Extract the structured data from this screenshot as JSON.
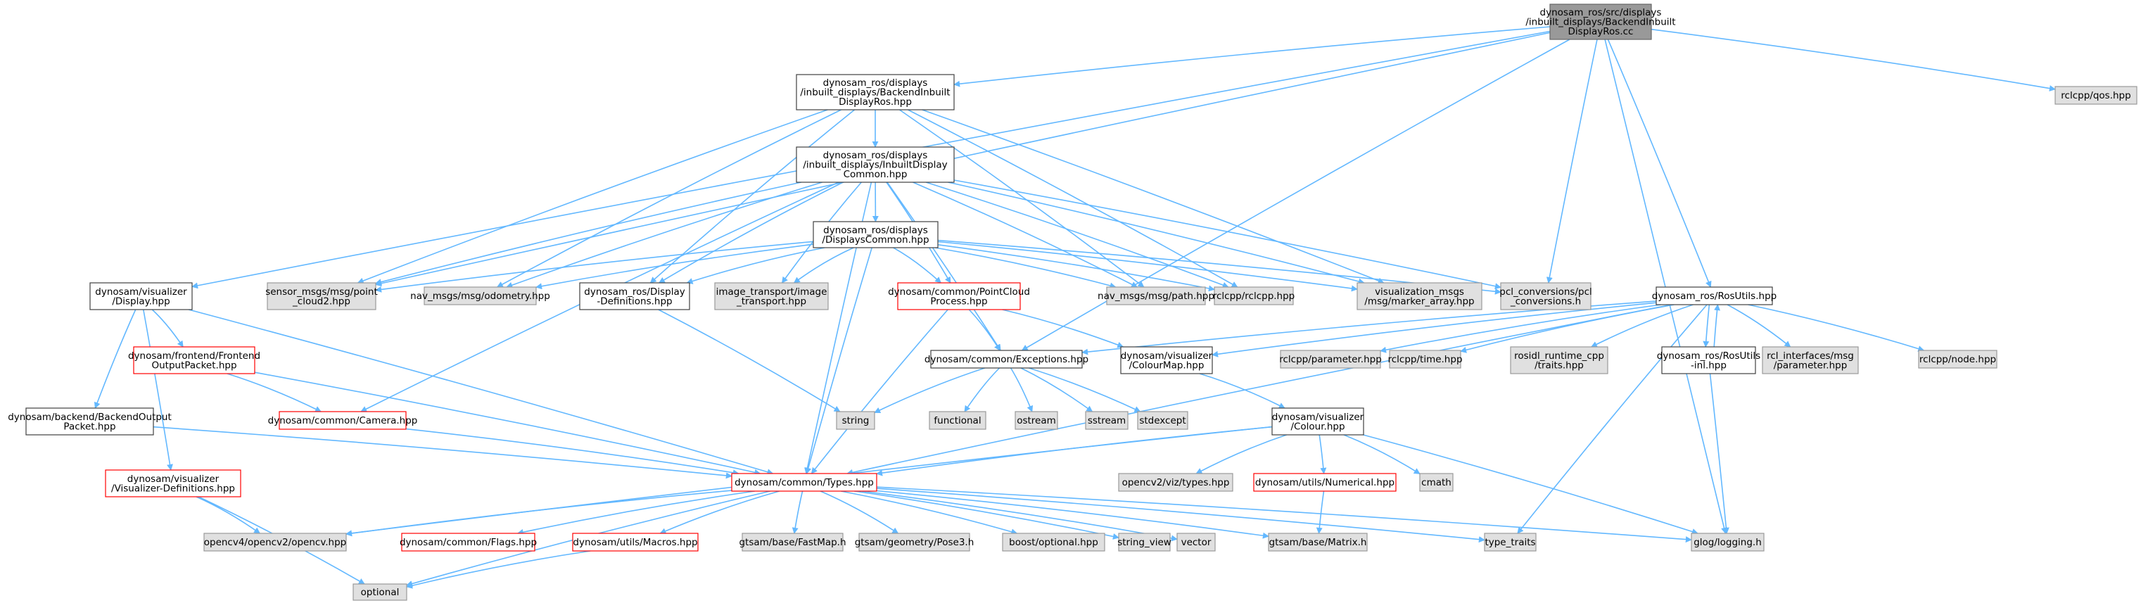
{
  "colors": {
    "root_fill": "#999999",
    "root_border": "#666666",
    "local_fill": "#ffffff",
    "local_border": "#404040",
    "missing_border": "#ff0000",
    "external_fill": "#e0e0e0",
    "external_border": "#999999",
    "edge": "#63b8ff"
  },
  "nodes": [
    {
      "id": "root",
      "kind": "root",
      "lines": [
        "dynosam_ros/src/displays",
        "/inbuilt_displays/BackendInbuilt",
        "DisplayRos.cc"
      ]
    },
    {
      "id": "backendhpp",
      "kind": "local",
      "lines": [
        "dynosam_ros/displays",
        "/inbuilt_displays/BackendInbuilt",
        "DisplayRos.hpp"
      ]
    },
    {
      "id": "inbuiltcommon",
      "kind": "local",
      "lines": [
        "dynosam_ros/displays",
        "/inbuilt_displays/InbuiltDisplay",
        "Common.hpp"
      ]
    },
    {
      "id": "displayscommon",
      "kind": "local",
      "lines": [
        "dynosam_ros/displays",
        "/DisplaysCommon.hpp"
      ]
    },
    {
      "id": "qos",
      "kind": "external",
      "lines": [
        "rclcpp/qos.hpp"
      ]
    },
    {
      "id": "vizdisplay",
      "kind": "local",
      "lines": [
        "dynosam/visualizer",
        "/Display.hpp"
      ]
    },
    {
      "id": "pointcloud2",
      "kind": "external",
      "lines": [
        "sensor_msgs/msg/point",
        "_cloud2.hpp"
      ]
    },
    {
      "id": "odometry",
      "kind": "external",
      "lines": [
        "nav_msgs/msg/odometry.hpp"
      ]
    },
    {
      "id": "displaydefs",
      "kind": "local",
      "lines": [
        "dynosam_ros/Display",
        "-Definitions.hpp"
      ]
    },
    {
      "id": "imagetransport",
      "kind": "external",
      "lines": [
        "image_transport/image",
        "_transport.hpp"
      ]
    },
    {
      "id": "pcprocess",
      "kind": "missing",
      "lines": [
        "dynosam/common/PointCloud",
        "Process.hpp"
      ]
    },
    {
      "id": "navpath",
      "kind": "external",
      "lines": [
        "nav_msgs/msg/path.hpp"
      ]
    },
    {
      "id": "rclcpphpp",
      "kind": "external",
      "lines": [
        "rclcpp/rclcpp.hpp"
      ]
    },
    {
      "id": "markerarray",
      "kind": "external",
      "lines": [
        "visualization_msgs",
        "/msg/marker_array.hpp"
      ]
    },
    {
      "id": "pclconv",
      "kind": "external",
      "lines": [
        "pcl_conversions/pcl",
        "_conversions.h"
      ]
    },
    {
      "id": "rosutils",
      "kind": "local",
      "lines": [
        "dynosam_ros/RosUtils.hpp"
      ]
    },
    {
      "id": "frontendpkt",
      "kind": "missing",
      "lines": [
        "dynosam/frontend/Frontend",
        "OutputPacket.hpp"
      ]
    },
    {
      "id": "exceptions",
      "kind": "local",
      "lines": [
        "dynosam/common/Exceptions.hpp"
      ]
    },
    {
      "id": "colourmap",
      "kind": "local",
      "lines": [
        "dynosam/visualizer",
        "/ColourMap.hpp"
      ]
    },
    {
      "id": "parameter",
      "kind": "external",
      "lines": [
        "rclcpp/parameter.hpp"
      ]
    },
    {
      "id": "time",
      "kind": "external",
      "lines": [
        "rclcpp/time.hpp"
      ]
    },
    {
      "id": "traits",
      "kind": "external",
      "lines": [
        "rosidl_runtime_cpp",
        "/traits.hpp"
      ]
    },
    {
      "id": "rosutilsinl",
      "kind": "local",
      "lines": [
        "dynosam_ros/RosUtils",
        "-inl.hpp"
      ]
    },
    {
      "id": "rclparam",
      "kind": "external",
      "lines": [
        "rcl_interfaces/msg",
        "/parameter.hpp"
      ]
    },
    {
      "id": "node",
      "kind": "external",
      "lines": [
        "rclcpp/node.hpp"
      ]
    },
    {
      "id": "backendpkt",
      "kind": "local",
      "lines": [
        "dynosam/backend/BackendOutput",
        "Packet.hpp"
      ]
    },
    {
      "id": "camera",
      "kind": "missing",
      "lines": [
        "dynosam/common/Camera.hpp"
      ]
    },
    {
      "id": "string",
      "kind": "external",
      "lines": [
        "string"
      ]
    },
    {
      "id": "functional",
      "kind": "external",
      "lines": [
        "functional"
      ]
    },
    {
      "id": "ostream",
      "kind": "external",
      "lines": [
        "ostream"
      ]
    },
    {
      "id": "sstream",
      "kind": "external",
      "lines": [
        "sstream"
      ]
    },
    {
      "id": "stdexcept",
      "kind": "external",
      "lines": [
        "stdexcept"
      ]
    },
    {
      "id": "colour",
      "kind": "local",
      "lines": [
        "dynosam/visualizer",
        "/Colour.hpp"
      ]
    },
    {
      "id": "vizdefs",
      "kind": "missing",
      "lines": [
        "dynosam/visualizer",
        "/Visualizer-Definitions.hpp"
      ]
    },
    {
      "id": "types",
      "kind": "missing",
      "lines": [
        "dynosam/common/Types.hpp"
      ]
    },
    {
      "id": "cvtypes",
      "kind": "external",
      "lines": [
        "opencv2/viz/types.hpp"
      ]
    },
    {
      "id": "numerical",
      "kind": "missing",
      "lines": [
        "dynosam/utils/Numerical.hpp"
      ]
    },
    {
      "id": "cmath",
      "kind": "external",
      "lines": [
        "cmath"
      ]
    },
    {
      "id": "opencv",
      "kind": "external",
      "lines": [
        "opencv4/opencv2/opencv.hpp"
      ]
    },
    {
      "id": "flags",
      "kind": "missing",
      "lines": [
        "dynosam/common/Flags.hpp"
      ]
    },
    {
      "id": "macros",
      "kind": "missing",
      "lines": [
        "dynosam/utils/Macros.hpp"
      ]
    },
    {
      "id": "fastmap",
      "kind": "external",
      "lines": [
        "gtsam/base/FastMap.h"
      ]
    },
    {
      "id": "pose3",
      "kind": "external",
      "lines": [
        "gtsam/geometry/Pose3.h"
      ]
    },
    {
      "id": "boostopt",
      "kind": "external",
      "lines": [
        "boost/optional.hpp"
      ]
    },
    {
      "id": "stringview",
      "kind": "external",
      "lines": [
        "string_view"
      ]
    },
    {
      "id": "vector",
      "kind": "external",
      "lines": [
        "vector"
      ]
    },
    {
      "id": "matrix",
      "kind": "external",
      "lines": [
        "gtsam/base/Matrix.h"
      ]
    },
    {
      "id": "typetraits",
      "kind": "external",
      "lines": [
        "type_traits"
      ]
    },
    {
      "id": "glog",
      "kind": "external",
      "lines": [
        "glog/logging.h"
      ]
    },
    {
      "id": "optional",
      "kind": "external",
      "lines": [
        "optional"
      ]
    }
  ],
  "edges": [
    [
      "root",
      "backendhpp"
    ],
    [
      "root",
      "qos"
    ],
    [
      "root",
      "vizdisplay"
    ],
    [
      "root",
      "pointcloud2"
    ],
    [
      "root",
      "pclconv"
    ],
    [
      "root",
      "rosutils"
    ],
    [
      "root",
      "exceptions"
    ],
    [
      "root",
      "glog"
    ],
    [
      "backendhpp",
      "inbuiltcommon"
    ],
    [
      "backendhpp",
      "pointcloud2"
    ],
    [
      "backendhpp",
      "odometry"
    ],
    [
      "backendhpp",
      "displaydefs"
    ],
    [
      "backendhpp",
      "navpath"
    ],
    [
      "backendhpp",
      "rclcpphpp"
    ],
    [
      "backendhpp",
      "markerarray"
    ],
    [
      "inbuiltcommon",
      "displayscommon"
    ],
    [
      "inbuiltcommon",
      "pointcloud2"
    ],
    [
      "inbuiltcommon",
      "odometry"
    ],
    [
      "inbuiltcommon",
      "displaydefs"
    ],
    [
      "inbuiltcommon",
      "imagetransport"
    ],
    [
      "inbuiltcommon",
      "pcprocess"
    ],
    [
      "inbuiltcommon",
      "navpath"
    ],
    [
      "inbuiltcommon",
      "rclcpphpp"
    ],
    [
      "inbuiltcommon",
      "markerarray"
    ],
    [
      "inbuiltcommon",
      "pclconv"
    ],
    [
      "inbuiltcommon",
      "camera"
    ],
    [
      "inbuiltcommon",
      "types"
    ],
    [
      "inbuiltcommon",
      "exceptions"
    ],
    [
      "displayscommon",
      "pointcloud2"
    ],
    [
      "displayscommon",
      "odometry"
    ],
    [
      "displayscommon",
      "displaydefs"
    ],
    [
      "displayscommon",
      "imagetransport"
    ],
    [
      "displayscommon",
      "pcprocess"
    ],
    [
      "displayscommon",
      "navpath"
    ],
    [
      "displayscommon",
      "rclcpphpp"
    ],
    [
      "displayscommon",
      "markerarray"
    ],
    [
      "displayscommon",
      "pclconv"
    ],
    [
      "displayscommon",
      "types"
    ],
    [
      "vizdisplay",
      "frontendpkt"
    ],
    [
      "vizdisplay",
      "backendpkt"
    ],
    [
      "vizdisplay",
      "vizdefs"
    ],
    [
      "vizdisplay",
      "types"
    ],
    [
      "displaydefs",
      "string"
    ],
    [
      "pcprocess",
      "exceptions"
    ],
    [
      "pcprocess",
      "colourmap"
    ],
    [
      "pcprocess",
      "types"
    ],
    [
      "rosutils",
      "parameter"
    ],
    [
      "rosutils",
      "time"
    ],
    [
      "rosutils",
      "traits"
    ],
    [
      "rosutils",
      "rosutilsinl"
    ],
    [
      "rosutils",
      "rclparam"
    ],
    [
      "rosutils",
      "node"
    ],
    [
      "rosutils",
      "typetraits"
    ],
    [
      "rosutils",
      "exceptions"
    ],
    [
      "rosutils",
      "colourmap"
    ],
    [
      "rosutils",
      "types"
    ],
    [
      "rosutilsinl",
      "rosutils"
    ],
    [
      "rosutilsinl",
      "glog"
    ],
    [
      "frontendpkt",
      "camera"
    ],
    [
      "frontendpkt",
      "types"
    ],
    [
      "backendpkt",
      "types"
    ],
    [
      "camera",
      "types"
    ],
    [
      "exceptions",
      "string"
    ],
    [
      "exceptions",
      "functional"
    ],
    [
      "exceptions",
      "ostream"
    ],
    [
      "exceptions",
      "sstream"
    ],
    [
      "exceptions",
      "stdexcept"
    ],
    [
      "colourmap",
      "colour"
    ],
    [
      "colour",
      "types"
    ],
    [
      "colour",
      "cvtypes"
    ],
    [
      "colour",
      "numerical"
    ],
    [
      "colour",
      "cmath"
    ],
    [
      "colour",
      "glog"
    ],
    [
      "colour",
      "opencv"
    ],
    [
      "numerical",
      "matrix"
    ],
    [
      "vizdefs",
      "opencv"
    ],
    [
      "vizdefs",
      "optional"
    ],
    [
      "types",
      "opencv"
    ],
    [
      "types",
      "optional"
    ],
    [
      "types",
      "flags"
    ],
    [
      "types",
      "macros"
    ],
    [
      "types",
      "fastmap"
    ],
    [
      "types",
      "pose3"
    ],
    [
      "types",
      "boostopt"
    ],
    [
      "types",
      "stringview"
    ],
    [
      "types",
      "vector"
    ],
    [
      "types",
      "matrix"
    ],
    [
      "types",
      "typetraits"
    ],
    [
      "types",
      "glog"
    ],
    [
      "macros",
      "optional"
    ]
  ]
}
